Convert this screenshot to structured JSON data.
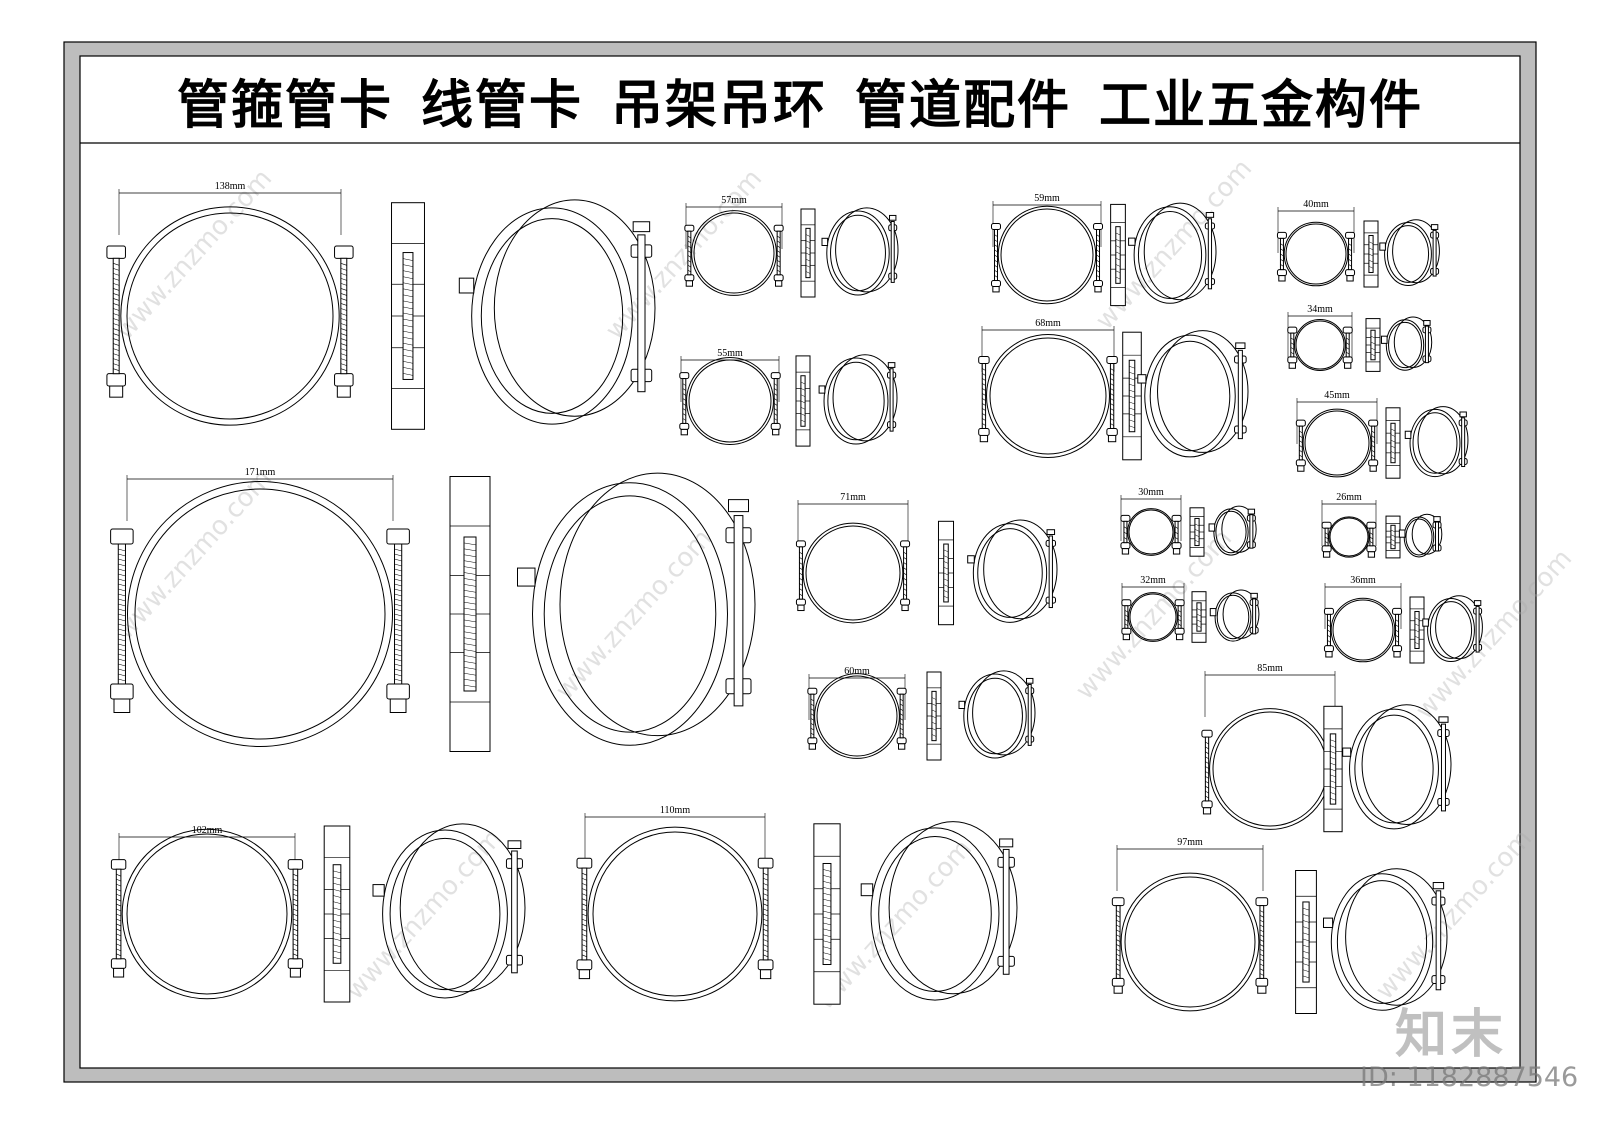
{
  "title": {
    "parts": [
      "管箍管卡",
      "线管卡",
      "吊架吊环",
      "管道配件",
      "工业五金构件"
    ]
  },
  "watermark": {
    "text": "www.znzmo.com",
    "brand": "知末",
    "id_prefix": "ID:",
    "id_value": "1182887546"
  },
  "clamps": [
    {
      "label": "138mm"
    },
    {
      "label": "171mm"
    },
    {
      "label": "102mm"
    },
    {
      "label": "110mm"
    },
    {
      "label": "57mm"
    },
    {
      "label": "55mm"
    },
    {
      "label": "59mm"
    },
    {
      "label": "68mm"
    },
    {
      "label": "40mm"
    },
    {
      "label": "34mm"
    },
    {
      "label": "45mm"
    },
    {
      "label": "71mm"
    },
    {
      "label": "60mm"
    },
    {
      "label": "30mm"
    },
    {
      "label": "32mm"
    },
    {
      "label": "26mm"
    },
    {
      "label": "36mm"
    },
    {
      "label": "85mm"
    },
    {
      "label": "97mm"
    }
  ]
}
